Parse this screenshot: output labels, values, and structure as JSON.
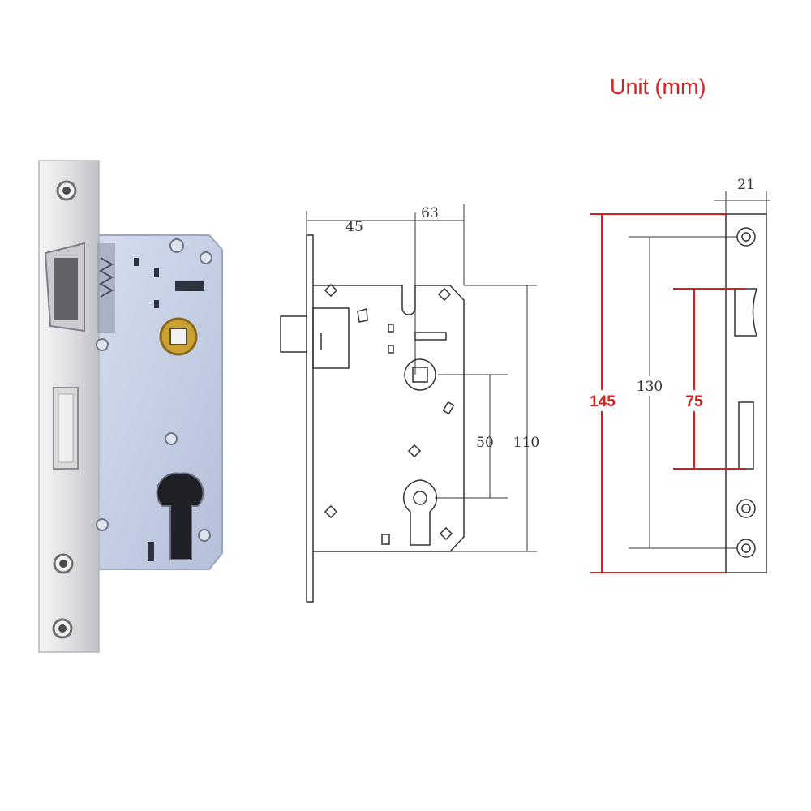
{
  "unit_label": "Unit (mm)",
  "colors": {
    "accent_red": "#d62020",
    "line": "#333333",
    "steel_face": "#e9e9ec",
    "case_blue": "#c3cde3",
    "brass": "#c9a233"
  },
  "diagram": {
    "side_view": {
      "dim_total_width": "63",
      "dim_backset": "45",
      "dim_center_distance": "50",
      "dim_case_height": "110"
    },
    "faceplate_view": {
      "dim_thickness": "21",
      "dim_faceplate_height": "145",
      "dim_screw_spacing": "130",
      "dim_latch_span": "75"
    }
  }
}
